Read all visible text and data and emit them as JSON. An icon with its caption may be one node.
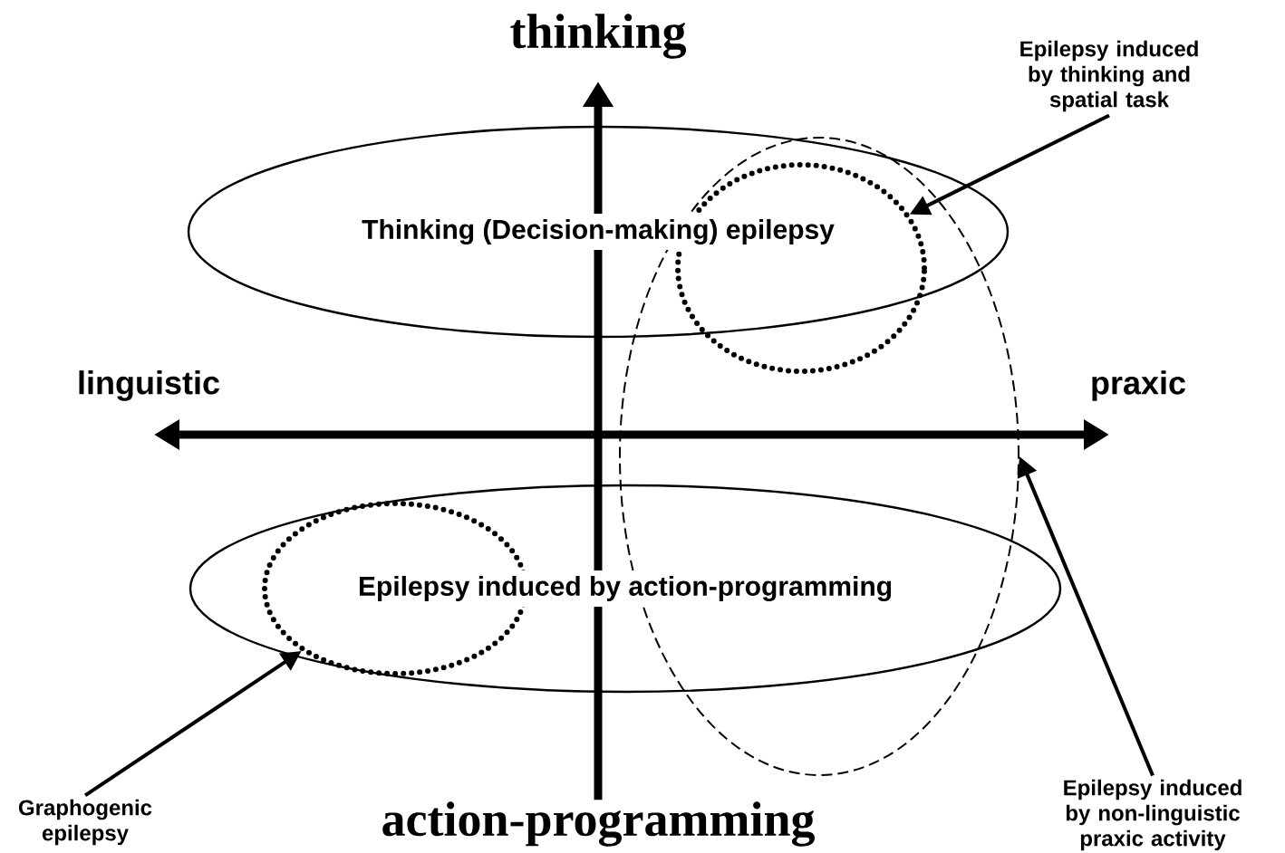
{
  "diagram": {
    "nodes": [
      {
        "text": [
          "Epilepsy induced by thinking and spatial task"
        ]
      },
      {
        "text": [
          "Thinking (Decision-making) epilepsy"
        ]
      },
      {
        "text": [],
        "shape": "ellipse",
        "in": 3
      },
      {
        "text": [],
        "shape": "ellipse"
      },
      {
        "text": [
          "Epilepsy induced by action-programming"
        ]
      },
      {
        "text": [],
        "shape": "ellipse",
        "in": 4
      },
      {
        "text": [
          "Graphogenic epilepsy"
        ]
      },
      {
        "text": [
          "Epilepsy induced by non-linguistic praxic activity"
        ]
      }
    ],
    "edges": [
      {
        "from": 0,
        "to": 2,
        "arrow": "to"
      },
      {
        "from": 7,
        "to": 3,
        "arrow": "to"
      },
      {
        "from": 6,
        "to": 5,
        "arrow": "to"
      }
    ],
    "labels": [
      "thinking",
      "linguistic",
      "praxic",
      "action-programming"
    ]
  }
}
